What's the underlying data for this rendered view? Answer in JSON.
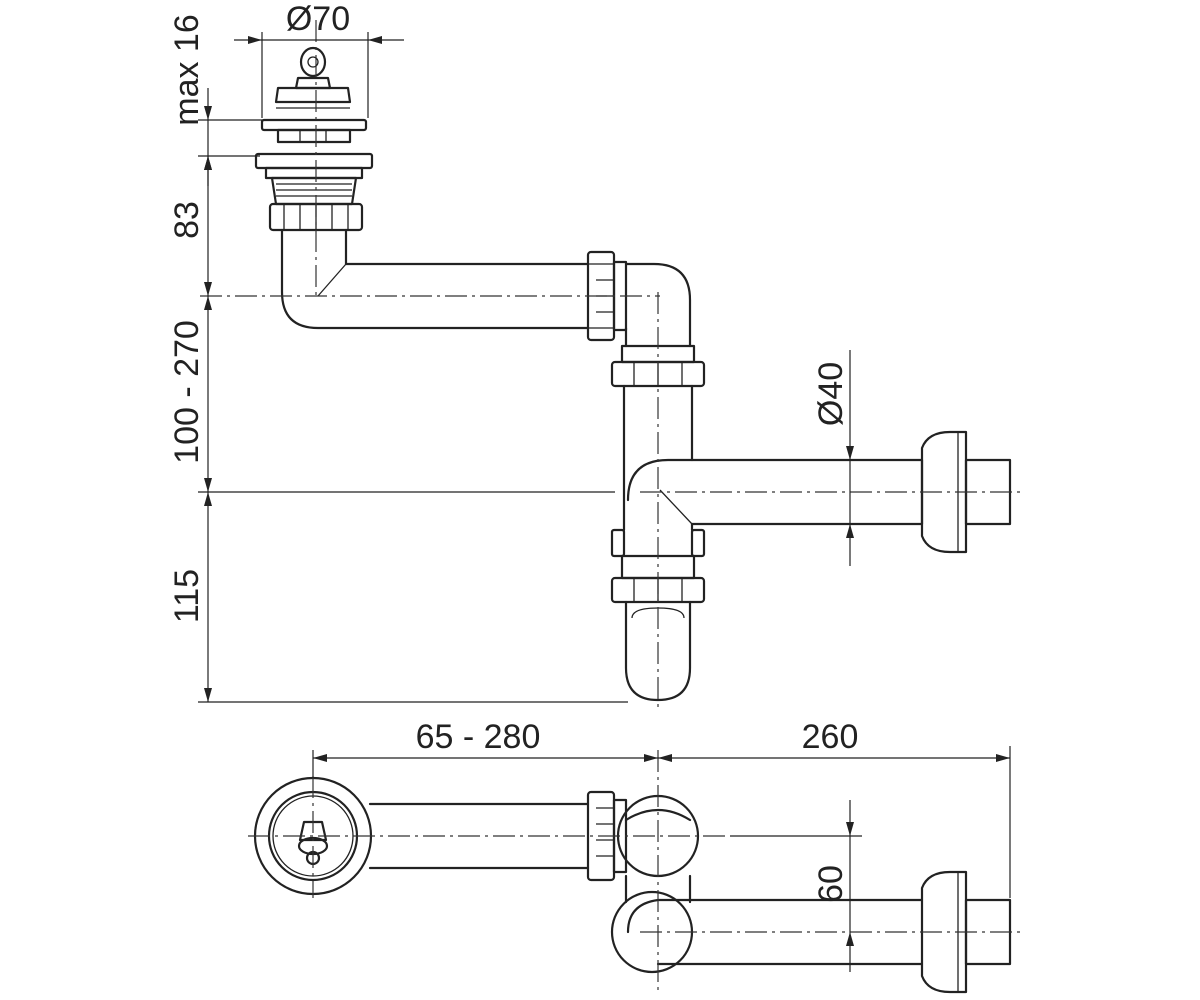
{
  "dimensions": {
    "flange_diameter": "Ø70",
    "max_height": "max 16",
    "drain_depth": "83",
    "adjustable_height": "100 - 270",
    "trap_height": "115",
    "outlet_diameter": "Ø40",
    "adjustable_length": "65 - 280",
    "outlet_length": "260",
    "outlet_offset": "60"
  },
  "colors": {
    "line": "#222222",
    "background": "#ffffff"
  }
}
